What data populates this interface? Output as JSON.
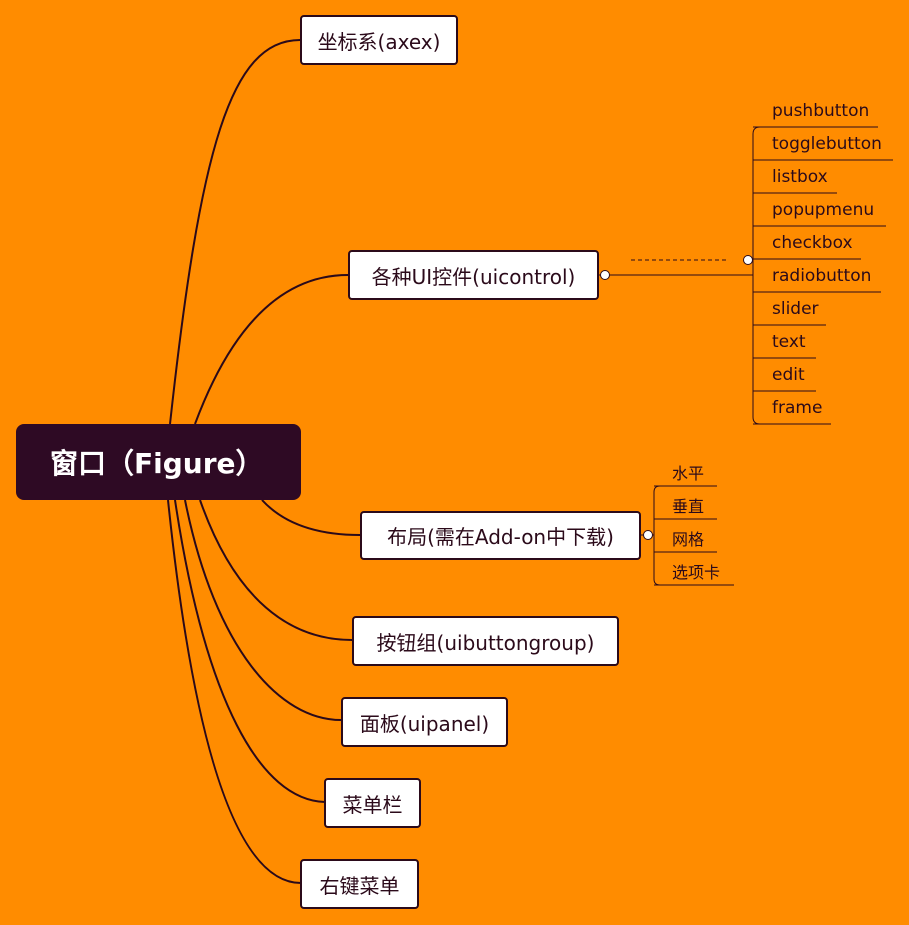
{
  "root": {
    "label": "窗口（Figure）"
  },
  "branches": [
    {
      "label": "坐标系(axex)"
    },
    {
      "label": "各种UI控件(uicontrol)",
      "children": [
        "pushbutton",
        "togglebutton",
        "listbox",
        "popupmenu",
        "checkbox",
        "radiobutton",
        "slider",
        "text",
        "edit",
        "frame"
      ]
    },
    {
      "label": "布局(需在Add-on中下载)",
      "children": [
        "水平",
        "垂直",
        "网格",
        "选项卡"
      ]
    },
    {
      "label": "按钮组(uibuttongroup)"
    },
    {
      "label": "面板(uipanel)"
    },
    {
      "label": "菜单栏"
    },
    {
      "label": "右键菜单"
    }
  ],
  "colors": {
    "background": "#FF8C00",
    "root_fill": "#2E0A24",
    "line": "#2b0a1a",
    "node_fill": "#FFFFFF"
  }
}
